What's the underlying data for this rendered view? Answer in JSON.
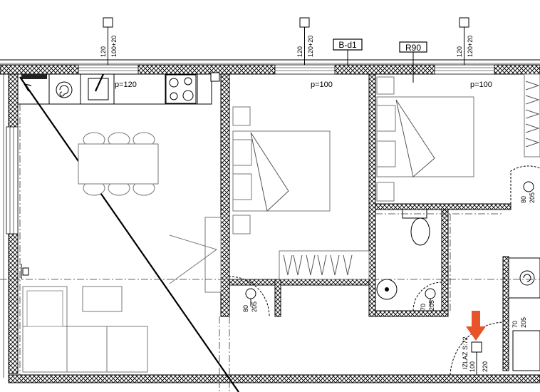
{
  "colors": {
    "line": "#000000",
    "dash": "#333333",
    "accent": "#e8532a",
    "background": "#ffffff"
  },
  "windows": {
    "w1": {
      "left": "120",
      "right": "100+20"
    },
    "w2": {
      "left": "120",
      "right": "120+20"
    },
    "w3": {
      "left": "120",
      "right": "120+20"
    }
  },
  "tags": {
    "wall_type": "B-d1",
    "fire_rating": "R90"
  },
  "ceiling_heights": {
    "kitchen": "p=120",
    "bedroom1": "p=100",
    "bedroom2": "p=100"
  },
  "doors": {
    "bedroom1": {
      "width": "80",
      "height": "205"
    },
    "bathroom": {
      "width": "70",
      "height": "205"
    },
    "bedroom2_side": {
      "width": "80",
      "height": "205"
    },
    "right_unit": {
      "width": "70",
      "height": "205"
    },
    "entrance": {
      "width": "100",
      "height": "220"
    }
  },
  "exit_label": "IZLAZ S:72",
  "icons": {
    "exit_marker": "arrow-down-icon",
    "washer": "washing-machine-icon"
  }
}
